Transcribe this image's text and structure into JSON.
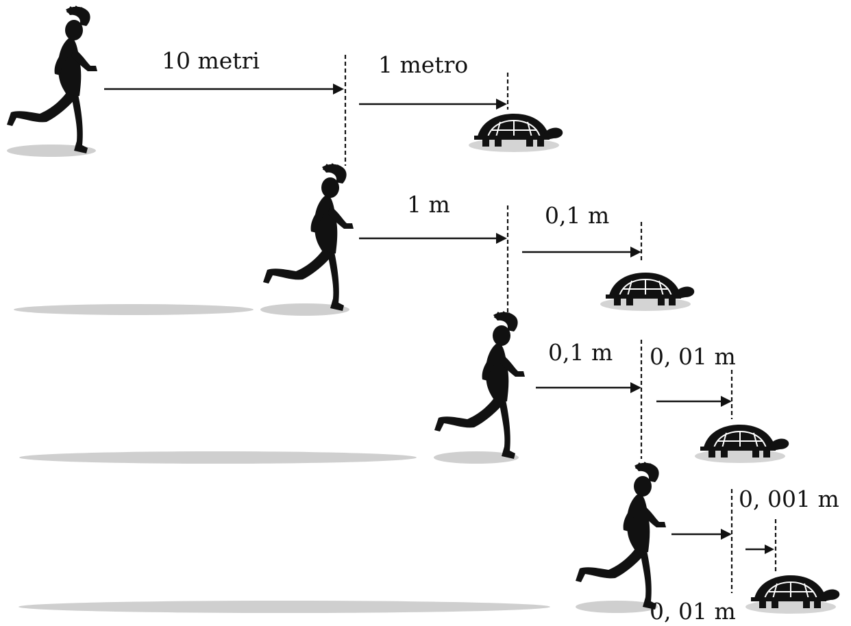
{
  "rows": [
    {
      "distance_label": "10 metri",
      "gap_label": "1 metro"
    },
    {
      "distance_label": "1 m",
      "gap_label": "0,1 m"
    },
    {
      "distance_label": "0,1 m",
      "gap_label": "0, 01 m"
    },
    {
      "distance_label": "0, 01 m",
      "gap_label": "0, 001 m"
    }
  ]
}
